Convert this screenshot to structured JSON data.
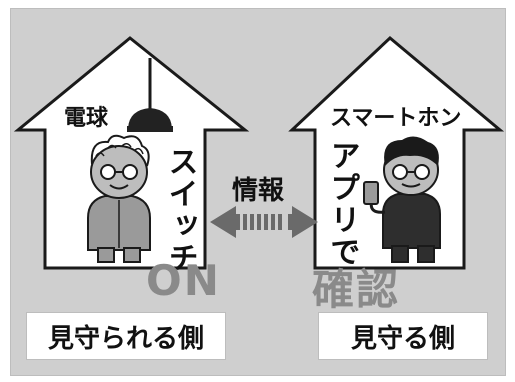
{
  "left_house": {
    "bulb_label": "電球",
    "switch_text": "スイッチ",
    "status_word": "ON",
    "side_label": "見守られる側"
  },
  "center": {
    "info_label": "情報"
  },
  "right_house": {
    "device_label": "スマートホン",
    "app_text": "アプリで",
    "status_word": "確認",
    "side_label": "見守る側"
  },
  "colors": {
    "background": "#cfcfcf",
    "house_fill": "#ffffff",
    "outline": "#1a1a1a",
    "arrow": "#6a6a6a",
    "status_word": "#8a8a8a"
  }
}
